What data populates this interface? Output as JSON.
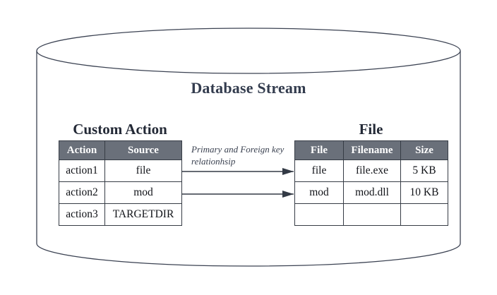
{
  "diagram": {
    "container_label": "Database Stream",
    "annotation": {
      "line1": "Primary and Foreign key",
      "line2": "relationhsip"
    }
  },
  "custom_action": {
    "title": "Custom Action",
    "headers": [
      "Action",
      "Source"
    ],
    "rows": [
      [
        "action1",
        "file"
      ],
      [
        "action2",
        "mod"
      ],
      [
        "action3",
        "TARGETDIR"
      ]
    ]
  },
  "file_table": {
    "title": "File",
    "headers": [
      "File",
      "Filename",
      "Size"
    ],
    "rows": [
      [
        "file",
        "file.exe",
        "5 KB"
      ],
      [
        "mod",
        "mod.dll",
        "10 KB"
      ],
      [
        "",
        "",
        ""
      ]
    ]
  },
  "colors": {
    "header_bg": "#6a707a",
    "header_text": "#ffffff",
    "table_border": "#363c45",
    "cylinder_stroke": "#3b4252",
    "title_text": "#333c4e",
    "annotation_text": "#3a4150"
  }
}
